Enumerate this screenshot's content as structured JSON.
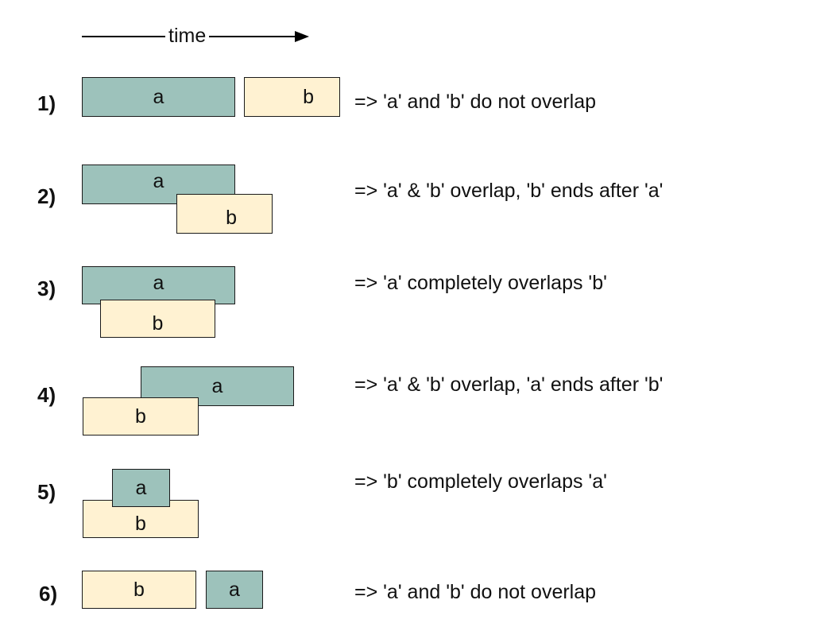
{
  "time_label": "time",
  "rows": [
    {
      "number": "1)",
      "a": "a",
      "b": "b",
      "description": "=> 'a' and 'b' do not overlap"
    },
    {
      "number": "2)",
      "a": "a",
      "b": "b",
      "description": "=> 'a' & 'b' overlap, 'b' ends after 'a'"
    },
    {
      "number": "3)",
      "a": "a",
      "b": "b",
      "description": "=> 'a' completely overlaps 'b'"
    },
    {
      "number": "4)",
      "a": "a",
      "b": "b",
      "description": "=> 'a' & 'b' overlap, 'a' ends after 'b'"
    },
    {
      "number": "5)",
      "a": "a",
      "b": "b",
      "description": "=> 'b' completely overlaps 'a'"
    },
    {
      "number": "6)",
      "a": "a",
      "b": "b",
      "description": "=> 'a' and 'b' do not overlap"
    }
  ],
  "colors": {
    "interval_a": "#9dc2bb",
    "interval_b": "#fff2d2",
    "border": "#1a1a1a"
  }
}
